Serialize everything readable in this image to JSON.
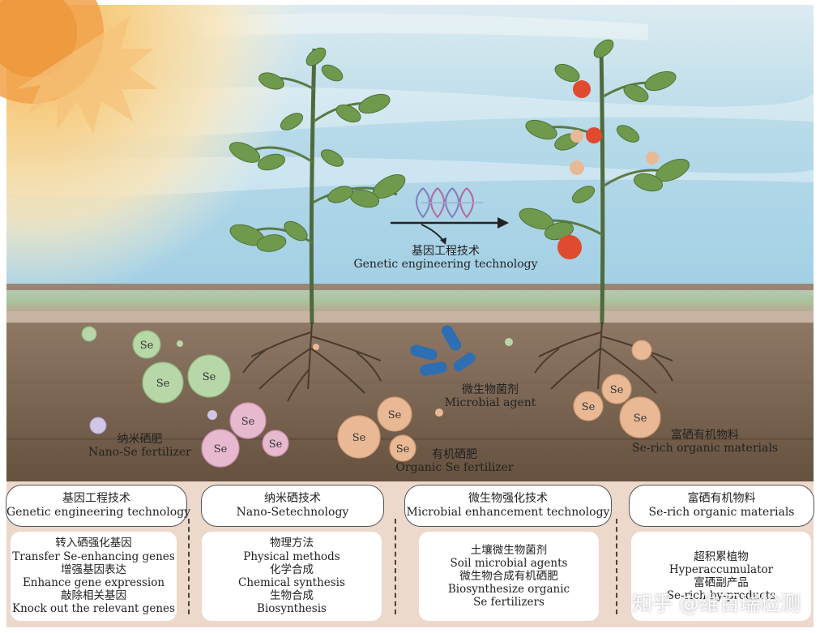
{
  "center": {
    "genetic_zh": "基因工程技术",
    "genetic_en": "Genetic engineering technology"
  },
  "labels": {
    "microbial_zh": "微生物菌剂",
    "microbial_en": "Microbial agent",
    "nano_zh": "纳米硒肥",
    "nano_en": "Nano-Se fertilizer",
    "organic_zh": "有机硒肥",
    "organic_en": "Organic Se fertilizer",
    "serich_zh": "富硒有机物料",
    "serich_en": "Se-rich organic materials",
    "se": "Se"
  },
  "categories": [
    {
      "title_zh": "基因工程技术",
      "title_en": "Genetic engineering technology",
      "items": [
        "转入硒强化基因",
        "Transfer Se-enhancing genes",
        "增强基因表达",
        "Enhance gene expression",
        "敲除相关基因",
        "Knock out the relevant genes"
      ]
    },
    {
      "title_zh": "纳米硒技术",
      "title_en": "Nano-Setechnology",
      "items": [
        "物理方法",
        "Physical methods",
        "化学合成",
        "Chemical synthesis",
        "生物合成",
        "Biosynthesis"
      ]
    },
    {
      "title_zh": "微生物强化技术",
      "title_en": "Microbial enhancement technology",
      "items": [
        "土壤微生物菌剂",
        "Soil microbial agents",
        "微生物合成有机硒肥",
        "Biosynthesize organic",
        "Se fertilizers"
      ]
    },
    {
      "title_zh": "富硒有机物料",
      "title_en": "Se-rich organic materials",
      "items": [
        "超积累植物",
        "Hyperaccumulator",
        "富硒副产品",
        "Se-rich by-products"
      ]
    }
  ],
  "watermark": "知乎 @维百瑞检测",
  "colors": {
    "sky": "#a9d3e6",
    "soil": "#7d6755",
    "nano_green": "#b7d7a8",
    "nano_pink": "#e7b9cf",
    "organic_orange": "#e9b894",
    "microbe_blue": "#2e6eb2",
    "tomato_red": "#e04a2f"
  }
}
